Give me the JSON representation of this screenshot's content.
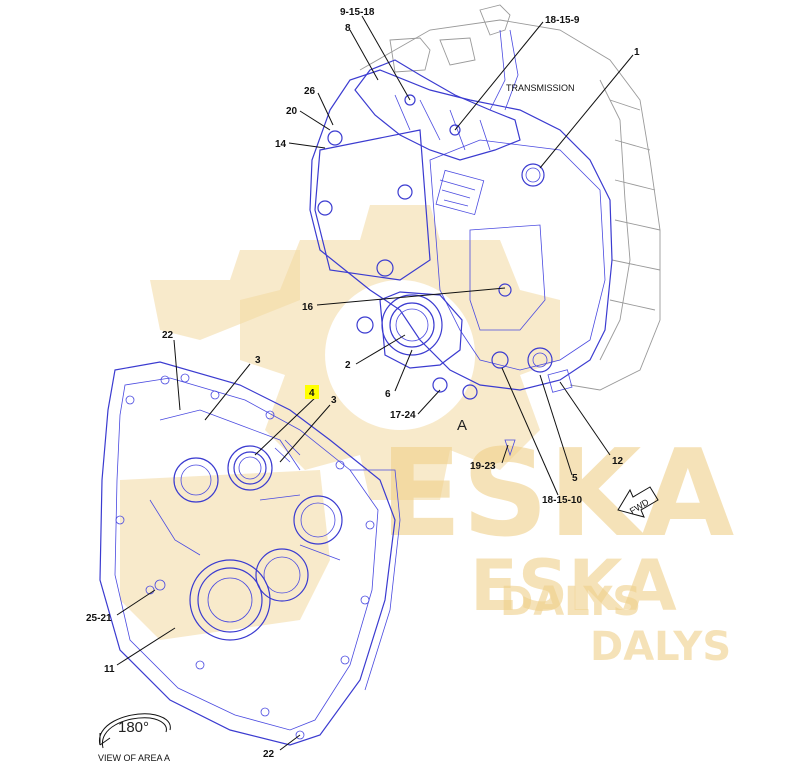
{
  "diagram": {
    "caption_transmission": "TRANSMISSION",
    "area_label": "A",
    "view_caption": "VIEW OF AREA A",
    "rotation_label": "180°",
    "fwd_label": "FWD",
    "highlight_color": "#ffff00",
    "line_color": "#3b3bd0",
    "callouts": {
      "c_9_15_18": "9-15-18",
      "c_8": "8",
      "c_18_15_9": "18-15-9",
      "c_1": "1",
      "c_26": "26",
      "c_20": "20",
      "c_14": "14",
      "c_16": "16",
      "c_2": "2",
      "c_6": "6",
      "c_17_24": "17-24",
      "c_22_top": "22",
      "c_3_top": "3",
      "c_4": "4",
      "c_3_right": "3",
      "c_12": "12",
      "c_5": "5",
      "c_19_23": "19-23",
      "c_18_15_10": "18-15-10",
      "c_25_21": "25-21",
      "c_11": "11",
      "c_22_bottom": "22"
    }
  },
  "watermark": {
    "text_big": "ESKA",
    "text_mid": "ESKA",
    "text_small_1": "DALYS",
    "text_small_2": "DALYS"
  }
}
